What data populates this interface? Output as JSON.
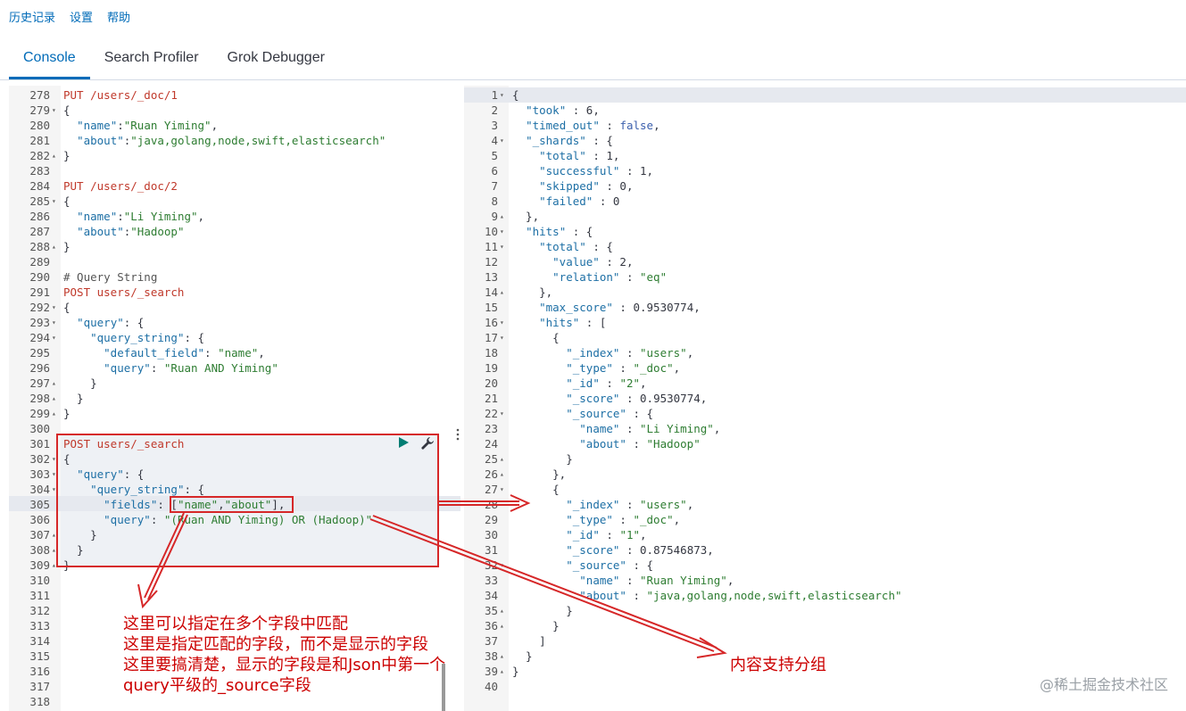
{
  "menu": [
    "历史记录",
    "设置",
    "帮助"
  ],
  "tabs": [
    "Console",
    "Search Profiler",
    "Grok Debugger"
  ],
  "editor_lines": [
    {
      "n": "278",
      "f": "",
      "h": "<span class='red'>PUT /users/_doc/1</span>"
    },
    {
      "n": "279",
      "f": "▾",
      "h": "{"
    },
    {
      "n": "280",
      "f": "",
      "h": "  <span class='key'>\"name\"</span>:<span class='str'>\"Ruan Yiming\"</span>,"
    },
    {
      "n": "281",
      "f": "",
      "h": "  <span class='key'>\"about\"</span>:<span class='str'>\"java,golang,node,swift,elasticsearch\"</span>"
    },
    {
      "n": "282",
      "f": "▴",
      "h": "}"
    },
    {
      "n": "283",
      "f": "",
      "h": ""
    },
    {
      "n": "284",
      "f": "",
      "h": "<span class='red'>PUT /users/_doc/2</span>"
    },
    {
      "n": "285",
      "f": "▾",
      "h": "{"
    },
    {
      "n": "286",
      "f": "",
      "h": "  <span class='key'>\"name\"</span>:<span class='str'>\"Li Yiming\"</span>,"
    },
    {
      "n": "287",
      "f": "",
      "h": "  <span class='key'>\"about\"</span>:<span class='str'>\"Hadoop\"</span>"
    },
    {
      "n": "288",
      "f": "▴",
      "h": "}"
    },
    {
      "n": "289",
      "f": "",
      "h": ""
    },
    {
      "n": "290",
      "f": "",
      "h": "<span class='cmt'># Query String</span>"
    },
    {
      "n": "291",
      "f": "",
      "h": "<span class='red'>POST users/_search</span>"
    },
    {
      "n": "292",
      "f": "▾",
      "h": "{"
    },
    {
      "n": "293",
      "f": "▾",
      "h": "  <span class='key'>\"query\"</span>: {"
    },
    {
      "n": "294",
      "f": "▾",
      "h": "    <span class='key'>\"query_string\"</span>: {"
    },
    {
      "n": "295",
      "f": "",
      "h": "      <span class='key'>\"default_field\"</span>: <span class='str'>\"name\"</span>,"
    },
    {
      "n": "296",
      "f": "",
      "h": "      <span class='key'>\"query\"</span>: <span class='str'>\"Ruan AND Yiming\"</span>"
    },
    {
      "n": "297",
      "f": "▴",
      "h": "    }"
    },
    {
      "n": "298",
      "f": "▴",
      "h": "  }"
    },
    {
      "n": "299",
      "f": "▴",
      "h": "}"
    },
    {
      "n": "300",
      "f": "",
      "h": ""
    },
    {
      "n": "301",
      "f": "",
      "h": "<span class='red'>POST users/_search</span>"
    },
    {
      "n": "302",
      "f": "▾",
      "h": "{"
    },
    {
      "n": "303",
      "f": "▾",
      "h": "  <span class='key'>\"query\"</span>: {"
    },
    {
      "n": "304",
      "f": "▾",
      "h": "    <span class='key'>\"query_string\"</span>: {"
    },
    {
      "n": "305",
      "f": "",
      "h": "      <span class='key'>\"fields\"</span>: [<span class='str'>\"name\"</span>,<span class='str'>\"about\"</span>],"
    },
    {
      "n": "306",
      "f": "",
      "h": "      <span class='key'>\"query\"</span>: <span class='str'>\"(Ruan AND Yiming) OR (Hadoop)\"</span>"
    },
    {
      "n": "307",
      "f": "▴",
      "h": "    }"
    },
    {
      "n": "308",
      "f": "▴",
      "h": "  }"
    },
    {
      "n": "309",
      "f": "▴",
      "h": "}"
    },
    {
      "n": "310",
      "f": "",
      "h": ""
    },
    {
      "n": "311",
      "f": "",
      "h": ""
    },
    {
      "n": "312",
      "f": "",
      "h": ""
    },
    {
      "n": "313",
      "f": "",
      "h": ""
    },
    {
      "n": "314",
      "f": "",
      "h": ""
    },
    {
      "n": "315",
      "f": "",
      "h": ""
    },
    {
      "n": "316",
      "f": "",
      "h": ""
    },
    {
      "n": "317",
      "f": "",
      "h": ""
    },
    {
      "n": "318",
      "f": "",
      "h": ""
    }
  ],
  "response_lines": [
    {
      "n": "1",
      "f": "▾",
      "h": "{"
    },
    {
      "n": "2",
      "f": "",
      "h": "  <span class='key'>\"took\"</span> : 6,"
    },
    {
      "n": "3",
      "f": "",
      "h": "  <span class='key'>\"timed_out\"</span> : <span class='kw'>false</span>,"
    },
    {
      "n": "4",
      "f": "▾",
      "h": "  <span class='key'>\"_shards\"</span> : {"
    },
    {
      "n": "5",
      "f": "",
      "h": "    <span class='key'>\"total\"</span> : 1,"
    },
    {
      "n": "6",
      "f": "",
      "h": "    <span class='key'>\"successful\"</span> : 1,"
    },
    {
      "n": "7",
      "f": "",
      "h": "    <span class='key'>\"skipped\"</span> : 0,"
    },
    {
      "n": "8",
      "f": "",
      "h": "    <span class='key'>\"failed\"</span> : 0"
    },
    {
      "n": "9",
      "f": "▴",
      "h": "  },"
    },
    {
      "n": "10",
      "f": "▾",
      "h": "  <span class='key'>\"hits\"</span> : {"
    },
    {
      "n": "11",
      "f": "▾",
      "h": "    <span class='key'>\"total\"</span> : {"
    },
    {
      "n": "12",
      "f": "",
      "h": "      <span class='key'>\"value\"</span> : 2,"
    },
    {
      "n": "13",
      "f": "",
      "h": "      <span class='key'>\"relation\"</span> : <span class='str'>\"eq\"</span>"
    },
    {
      "n": "14",
      "f": "▴",
      "h": "    },"
    },
    {
      "n": "15",
      "f": "",
      "h": "    <span class='key'>\"max_score\"</span> : 0.9530774,"
    },
    {
      "n": "16",
      "f": "▾",
      "h": "    <span class='key'>\"hits\"</span> : ["
    },
    {
      "n": "17",
      "f": "▾",
      "h": "      {"
    },
    {
      "n": "18",
      "f": "",
      "h": "        <span class='key'>\"_index\"</span> : <span class='str'>\"users\"</span>,"
    },
    {
      "n": "19",
      "f": "",
      "h": "        <span class='key'>\"_type\"</span> : <span class='str'>\"_doc\"</span>,"
    },
    {
      "n": "20",
      "f": "",
      "h": "        <span class='key'>\"_id\"</span> : <span class='str'>\"2\"</span>,"
    },
    {
      "n": "21",
      "f": "",
      "h": "        <span class='key'>\"_score\"</span> : 0.9530774,"
    },
    {
      "n": "22",
      "f": "▾",
      "h": "        <span class='key'>\"_source\"</span> : {"
    },
    {
      "n": "23",
      "f": "",
      "h": "          <span class='key'>\"name\"</span> : <span class='str'>\"Li Yiming\"</span>,"
    },
    {
      "n": "24",
      "f": "",
      "h": "          <span class='key'>\"about\"</span> : <span class='str'>\"Hadoop\"</span>"
    },
    {
      "n": "25",
      "f": "▴",
      "h": "        }"
    },
    {
      "n": "26",
      "f": "▴",
      "h": "      },"
    },
    {
      "n": "27",
      "f": "▾",
      "h": "      {"
    },
    {
      "n": "28",
      "f": "",
      "h": "        <span class='key'>\"_index\"</span> : <span class='str'>\"users\"</span>,"
    },
    {
      "n": "29",
      "f": "",
      "h": "        <span class='key'>\"_type\"</span> : <span class='str'>\"_doc\"</span>,"
    },
    {
      "n": "30",
      "f": "",
      "h": "        <span class='key'>\"_id\"</span> : <span class='str'>\"1\"</span>,"
    },
    {
      "n": "31",
      "f": "",
      "h": "        <span class='key'>\"_score\"</span> : 0.87546873,"
    },
    {
      "n": "32",
      "f": "▾",
      "h": "        <span class='key'>\"_source\"</span> : {"
    },
    {
      "n": "33",
      "f": "",
      "h": "          <span class='key'>\"name\"</span> : <span class='str'>\"Ruan Yiming\"</span>,"
    },
    {
      "n": "34",
      "f": "",
      "h": "          <span class='key'>\"about\"</span> : <span class='str'>\"java,golang,node,swift,elasticsearch\"</span>"
    },
    {
      "n": "35",
      "f": "▴",
      "h": "        }"
    },
    {
      "n": "36",
      "f": "▴",
      "h": "      }"
    },
    {
      "n": "37",
      "f": "",
      "h": "    ]"
    },
    {
      "n": "38",
      "f": "▴",
      "h": "  }"
    },
    {
      "n": "39",
      "f": "▴",
      "h": "}"
    },
    {
      "n": "40",
      "f": "",
      "h": ""
    }
  ],
  "annotations": {
    "note_line1": "这里可以指定在多个字段中匹配",
    "note_line2": "这里是指定匹配的字段，而不是显示的字段",
    "note_line3": "这里要搞清楚，显示的字段是和Json中第一个",
    "note_line4": "query平级的_source字段",
    "group_note": "内容支持分组"
  },
  "icons": {
    "run": "play-icon",
    "settings": "wrench-icon",
    "more": "vertical-dots-icon"
  },
  "watermark": "@稀土掘金技术社区",
  "colors": {
    "accent": "#006bb8",
    "annotation": "#d62728",
    "run": "#017d73"
  }
}
